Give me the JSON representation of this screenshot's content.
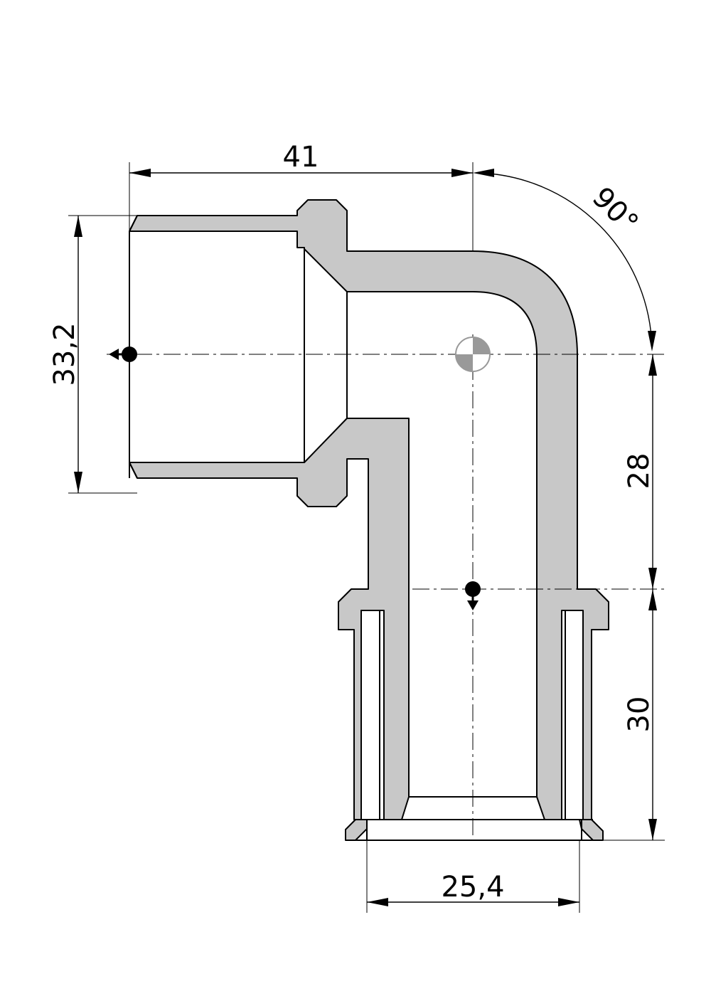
{
  "dimensions": {
    "length_top": "41",
    "diameter_left": "33,2",
    "angle": "90°",
    "height_upper": "28",
    "height_lower": "30",
    "diameter_bottom": "25,4"
  }
}
